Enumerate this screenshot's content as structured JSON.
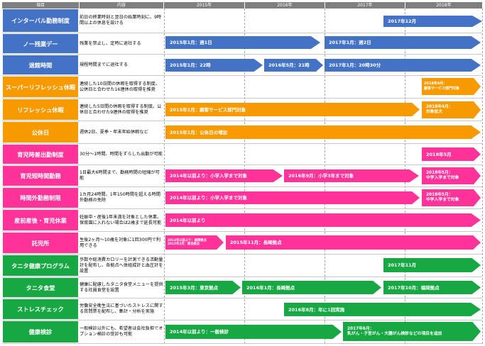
{
  "header": {
    "item": "項目",
    "content": "内容",
    "y2015": "2015年",
    "y2016": "2016年",
    "y2017": "2017年",
    "y2018": "2018年"
  },
  "colors": {
    "blue": "#2f5597",
    "blue_light": "#4472c4",
    "orange": "#f79a00",
    "pink": "#ff3399",
    "green": "#17a844",
    "header_gray": "#7f7f7f"
  },
  "rows": [
    {
      "name": "インターバル勤務制度",
      "desc": "前日の終業時刻と翌日の始業時刻に、9時間以上の休息を設ける",
      "bars": [
        "2017年12月"
      ]
    },
    {
      "name": "ノー残業デー",
      "desc": "残業を禁止し、定時に退社する",
      "bars": [
        "2015年1月：週1日",
        "2017年1月：週2日"
      ]
    },
    {
      "name": "退館時間",
      "desc": "規程時間までに退社する",
      "bars": [
        "2015年1月：22時",
        "2016年5月：21時",
        "2017年1月：20時30分"
      ]
    },
    {
      "name": "スーパーリフレッシュ休暇",
      "desc": "連続した10日間の休暇を取得する制度。公休日と合わせた16連休の取得を推奨",
      "bars": [
        "2018年4月：\n顧客サービス部門対象"
      ]
    },
    {
      "name": "リフレッシュ休暇",
      "desc": "連続した5日間の休暇を取得する制度。公休日と合わせた9連休の取得を推奨",
      "bars": [
        "2015年1月：顧客サービス部門対象",
        "2018年4月：\n対象拡大"
      ]
    },
    {
      "name": "公休日",
      "desc": "週休2日、夏季・年末年始休暇など",
      "bars": [
        "2015年1月：公休日の増加"
      ]
    },
    {
      "name": "育児時差出勤制度",
      "desc": "30分～1時間、時間をずらした出勤が可能",
      "bars": [
        "2018年5月"
      ]
    },
    {
      "name": "育児短時間勤務",
      "desc": "1日最大6時間まで、勤務時間の短縮が可能",
      "bars": [
        "2014年以前より：小学入学まで対象",
        "2016年9月：小学3年まで対象",
        "2018年5月：\n中学入学まで対象"
      ]
    },
    {
      "name": "時間外勤務制限",
      "desc": "1カ月24時間、1年150時間を超える時間外勤務の免除",
      "bars": [
        "2014年以前より：小学入学まで対象",
        "2018年5月：\n中学入学まで対象"
      ]
    },
    {
      "name": "産前産後・育児休業",
      "desc": "妊娠中・産後1年未満を対象とした休業。保育園に入れない場合は2歳まで延長可能",
      "bars": [
        "2014年以前より"
      ]
    },
    {
      "name": "託児所",
      "desc": "生後2ヶ月～10歳を対象に1回300円で利用できる",
      "bars": [
        "2014年以前より：福岡拠点\n2015年3月：東京拠点",
        "2015年11月：長崎拠点"
      ]
    },
    {
      "name": "タニタ健康プログラム",
      "desc": "歩数や総消費カロリーを計測できる活動量計を配布し、各拠点へ体組成計と血圧計を設置",
      "bars": [
        "2017年11月"
      ]
    },
    {
      "name": "タニタ食堂",
      "desc": "健康に配慮したタニタ食堂メニューを提供する社員食堂を設置",
      "bars": [
        "2015年3月：東京拠点",
        "2016年1月：長崎拠点",
        "2017年10月：福岡拠点"
      ]
    },
    {
      "name": "ストレスチェック",
      "desc": "労働安全衛生法に基づいたストレスに関する質問票を配布し、集計・分析を実施",
      "bars": [
        "2016年8月：年に1回実施"
      ]
    },
    {
      "name": "健康検診",
      "desc": "一般検診以外にも、希望者は会社負担でオプション検診の受診も可能",
      "bars": [
        "2014年以前より：一般検診",
        "2017年6月：\n乳がん・子宮がん・大腸がん検診などの項目を追加"
      ]
    }
  ]
}
